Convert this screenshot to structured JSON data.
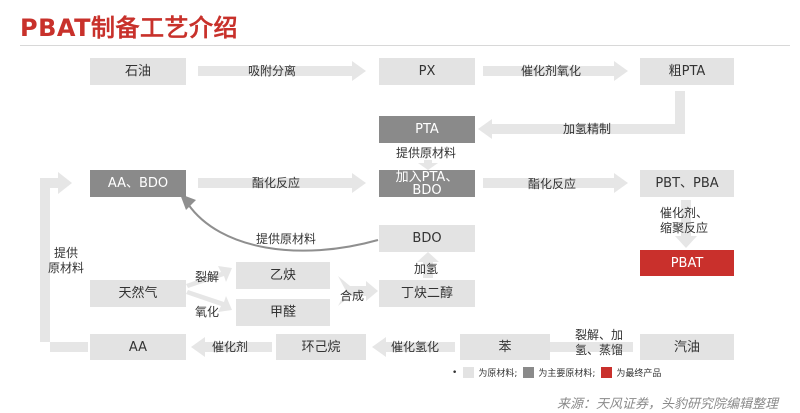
{
  "title": "PBAT制备工艺介绍",
  "colors": {
    "raw": "#e3e3e3",
    "main": "#8a8a8a",
    "final": "#c9302c",
    "title": "#c8312b",
    "arrow": "#e6e6e6"
  },
  "nodes": {
    "crude_oil": "石油",
    "px": "PX",
    "crude_pta": "粗PTA",
    "pta": "PTA",
    "aa_bdo": "AA、BDO",
    "add_pta_bdo": "加入PTA、\nBDO",
    "pbt_pba": "PBT、PBA",
    "bdo": "BDO",
    "pbat": "PBAT",
    "acetylene": "乙炔",
    "natural_gas": "天然气",
    "formaldehyde": "甲醛",
    "butynediol": "丁炔二醇",
    "aa": "AA",
    "cyclohexane": "环己烷",
    "benzene": "苯",
    "gasoline": "汽油"
  },
  "labels": {
    "adsorption": "吸附分离",
    "catalytic_oxidation_top": "催化剂氧化",
    "hydro_refining": "加氢精制",
    "provide_material_1": "提供原材料",
    "esterification_1": "酯化反应",
    "esterification_2": "酯化反应",
    "catalyst_polycondensation": "催化剂、\n缩聚反应",
    "provide_material_2": "提供原材料",
    "provide_material_side": "提供\n原材料",
    "hydrogenation": "加氢",
    "cracking": "裂解",
    "oxidation": "氧化",
    "synthesis": "合成",
    "catalyst": "催化剂",
    "catalytic_hydrogenation": "催化氢化",
    "crack_hydro_distill": "裂解、加\n氢、蒸馏"
  },
  "legend": {
    "bullet": "•",
    "raw": "为原材料;",
    "main": "为主要原材料;",
    "final": "为最终产品"
  },
  "source": "来源：天风证券，头豹研究院编辑整理"
}
